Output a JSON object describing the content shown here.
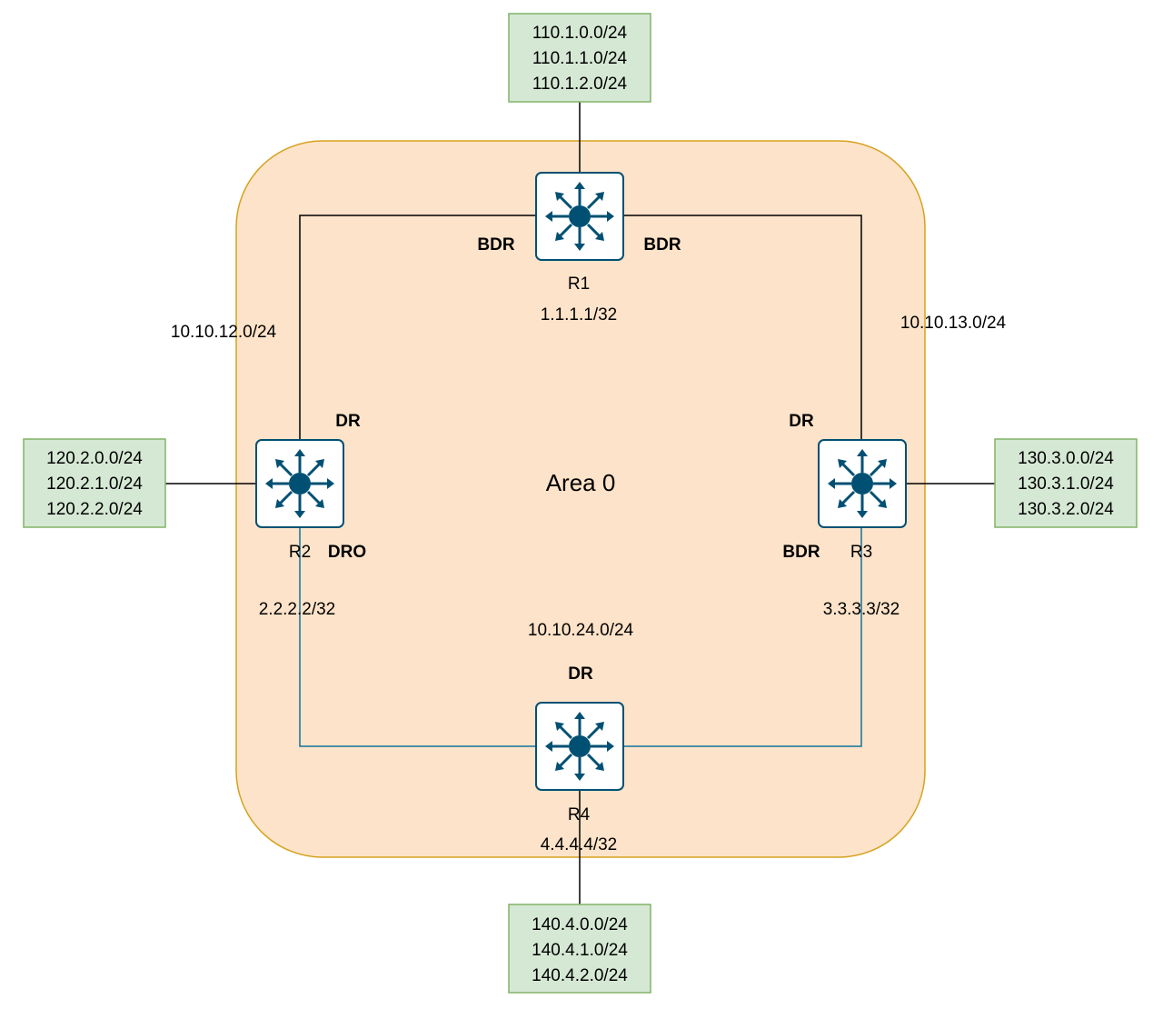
{
  "area": {
    "label": "Area 0"
  },
  "routers": {
    "r1": {
      "name": "R1",
      "loopback": "1.1.1.1/32"
    },
    "r2": {
      "name": "R2",
      "loopback": "2.2.2.2/32"
    },
    "r3": {
      "name": "R3",
      "loopback": "3.3.3.3/32"
    },
    "r4": {
      "name": "R4",
      "loopback": "4.4.4.4/32"
    }
  },
  "links": {
    "r1_r2": {
      "subnet": "10.10.12.0/24"
    },
    "r1_r3": {
      "subnet": "10.10.13.0/24"
    },
    "r2_r4_r3": {
      "subnet": "10.10.24.0/24"
    }
  },
  "roles": {
    "r1_left": "BDR",
    "r1_right": "BDR",
    "r2_top": "DR",
    "r2_bottom": "DRO",
    "r3_top": "DR",
    "r3_bottom": "BDR",
    "r4_top": "DR"
  },
  "networks": {
    "r1": [
      "110.1.0.0/24",
      "110.1.1.0/24",
      "110.1.2.0/24"
    ],
    "r2": [
      "120.2.0.0/24",
      "120.2.1.0/24",
      "120.2.2.0/24"
    ],
    "r3": [
      "130.3.0.0/24",
      "130.3.1.0/24",
      "130.3.2.0/24"
    ],
    "r4": [
      "140.4.0.0/24",
      "140.4.1.0/24",
      "140.4.2.0/24"
    ]
  },
  "colors": {
    "area_fill": "#fde3c9",
    "area_border": "#d6a21e",
    "network_fill": "#d5e8d4",
    "network_border": "#82b366",
    "router_icon": "#005073",
    "link_black": "#000000",
    "link_blue": "#10739e"
  },
  "icons": {
    "router": "router-icon"
  }
}
